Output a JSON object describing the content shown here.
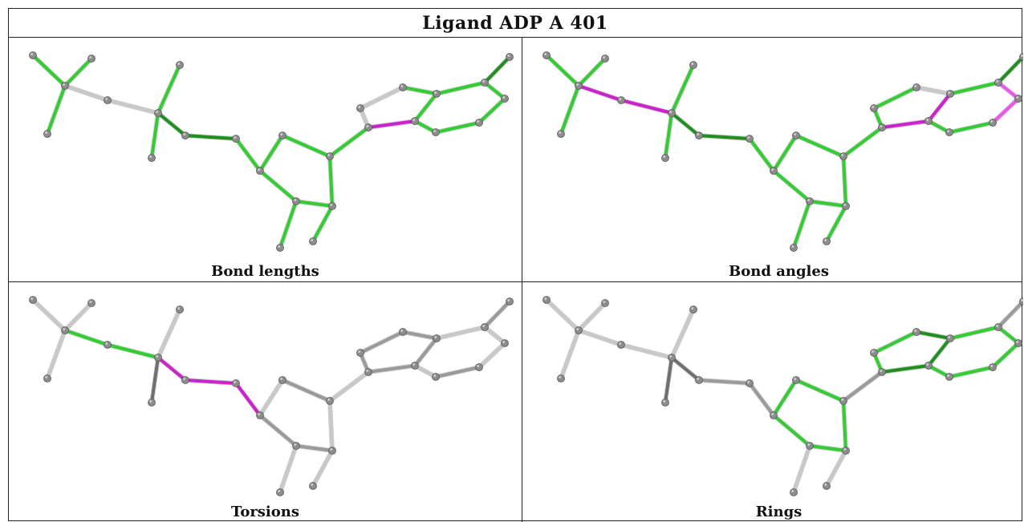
{
  "title": "Ligand ADP A 401",
  "palette": {
    "green": "#33cc33",
    "dark_green": "#1f8f1f",
    "light_gray": "#c8c8c8",
    "gray": "#9a9a9a",
    "dark_gray": "#6e6e6e",
    "magenta": "#cc22cc",
    "light_magenta": "#ee55ee",
    "atom": "#8c8c8c"
  },
  "panels": [
    {
      "label": "Bond lengths",
      "bond_colors": [
        "green",
        "green",
        "green",
        "light_gray",
        "light_gray",
        "green",
        "green",
        "dark_green",
        "dark_green",
        "green",
        "green",
        "green",
        "green",
        "green",
        "green",
        "green",
        "green",
        "green",
        "light_gray",
        "light_gray",
        "green",
        "green",
        "magenta",
        "green",
        "green",
        "green",
        "green",
        "green",
        "dark_green"
      ]
    },
    {
      "label": "Bond angles",
      "bond_colors": [
        "green",
        "green",
        "green",
        "magenta",
        "magenta",
        "green",
        "green",
        "dark_green",
        "dark_green",
        "green",
        "green",
        "green",
        "green",
        "green",
        "green",
        "green",
        "green",
        "green",
        "green",
        "green",
        "light_gray",
        "magenta",
        "magenta",
        "green",
        "light_magenta",
        "light_magenta",
        "green",
        "green",
        "dark_green"
      ]
    },
    {
      "label": "Torsions",
      "bond_colors": [
        "light_gray",
        "light_gray",
        "light_gray",
        "green",
        "green",
        "light_gray",
        "dark_gray",
        "magenta",
        "magenta",
        "magenta",
        "light_gray",
        "gray",
        "light_gray",
        "gray",
        "gray",
        "light_gray",
        "light_gray",
        "light_gray",
        "gray",
        "gray",
        "gray",
        "gray",
        "gray",
        "light_gray",
        "light_gray",
        "light_gray",
        "gray",
        "light_gray",
        "gray"
      ]
    },
    {
      "label": "Rings",
      "bond_colors": [
        "light_gray",
        "light_gray",
        "light_gray",
        "light_gray",
        "light_gray",
        "light_gray",
        "dark_gray",
        "dark_gray",
        "gray",
        "gray",
        "green",
        "green",
        "green",
        "green",
        "green",
        "light_gray",
        "light_gray",
        "gray",
        "green",
        "green",
        "dark_green",
        "dark_green",
        "dark_green",
        "green",
        "green",
        "green",
        "green",
        "green",
        "gray"
      ]
    }
  ]
}
